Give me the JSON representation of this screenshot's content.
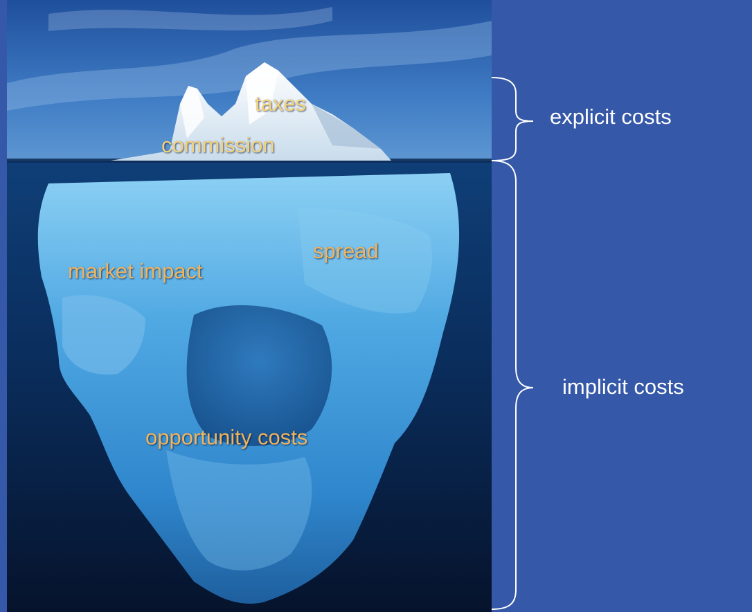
{
  "colors": {
    "slide_background": "#3558a8",
    "cost_label": "#f0b45e",
    "side_label": "#ffffff"
  },
  "iceberg_labels": {
    "taxes": "taxes",
    "commission": "commission",
    "spread": "spread",
    "market_impact": "market impact",
    "opportunity_costs": "opportunity costs"
  },
  "brace_labels": {
    "explicit": "explicit costs",
    "implicit": "implicit costs"
  }
}
